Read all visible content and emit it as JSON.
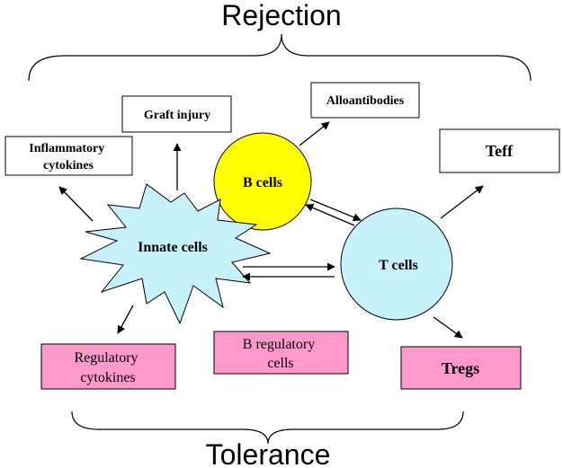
{
  "diagram": {
    "top_label": "Rejection",
    "bottom_label": "Tolerance",
    "nodes": {
      "innate": "Innate cells",
      "b_cells": "B cells",
      "t_cells": "T cells"
    },
    "boxes": {
      "inflammatory": [
        "Inflammatory",
        "cytokines"
      ],
      "graft_injury": "Graft injury",
      "alloantibodies": "Alloantibodies",
      "teff": "Teff",
      "regulatory_cytokines": [
        "Regulatory",
        "cytokines"
      ],
      "b_regulatory": [
        "B regulatory",
        "cells"
      ],
      "tregs": "Tregs"
    },
    "colors": {
      "innate_fill": "#c8f2fb",
      "b_cells_fill": "#ffff00",
      "t_cells_fill": "#c8f2fb",
      "tolerance_box_fill": "#ff99cc",
      "stroke": "#000000"
    }
  }
}
